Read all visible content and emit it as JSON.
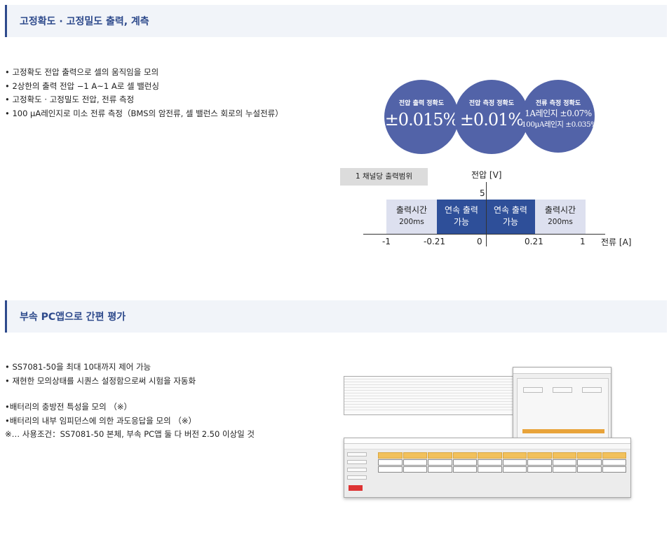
{
  "section1": {
    "title": "고정확도 · 고정밀도 출력, 계측",
    "bullets": [
      "• 고정확도 전압 출력으로 셀의 움직임을 모의",
      "• 2상한의 출력 전압 −1 A~1 A로 셀 밸런싱",
      "• 고정확도 · 고정밀도 전압, 전류 측정",
      "• 100 µA레인지로 미소 전류 측정（BMS의 암전류, 셀 밸런스 회로의 누설전류）"
    ],
    "accuracy": {
      "voltage_output": {
        "title": "전압 출력 정확도",
        "value": "±0.015%"
      },
      "voltage_measure": {
        "title": "전압 측정 정확도",
        "value": "±0.01%"
      },
      "current_measure": {
        "title": "전류 측정 정확도",
        "line1": "1A레인지 ±0.07%",
        "line2": "100µA레인지 ±0.035%"
      }
    },
    "range_chart": {
      "label": "1 채널당 출력범위",
      "y_title": "전압 [V]",
      "y_max": "5",
      "x_title": "전류 [A]",
      "x_ticks": [
        "-1",
        "-0.21",
        "0",
        "0.21",
        "1"
      ],
      "blocks": {
        "left": {
          "line1": "출력시간",
          "line2": "200ms"
        },
        "center_left": {
          "line1": "연속 출력",
          "line2": "가능"
        },
        "center_right": {
          "line1": "연속 출력",
          "line2": "가능"
        },
        "right": {
          "line1": "출력시간",
          "line2": "200ms"
        }
      },
      "colors": {
        "continuous": "#2e4f99",
        "limited": "#dde0ef"
      }
    }
  },
  "section2": {
    "title": "부속 PC앱으로 간편 평가",
    "bullets_a": [
      "• SS7081-50을 최대 10대까지 제어 가능",
      "• 재현한 모의상태를 시퀀스 설정함으로써 시험을 자동화"
    ],
    "bullets_b": [
      "•배터리의 충방전 특성을 모의 （※）",
      "•배터리의 내부 임피던스에 의한 과도응답을 모의 （※）",
      "※… 사용조건：SS7081-50 본체, 부속 PC앱 둘 다 버전 2.50 이상일 것"
    ]
  },
  "colors": {
    "accent": "#2e4a8c",
    "circle": "#5263a8",
    "header_bg": "#f1f4f9"
  }
}
